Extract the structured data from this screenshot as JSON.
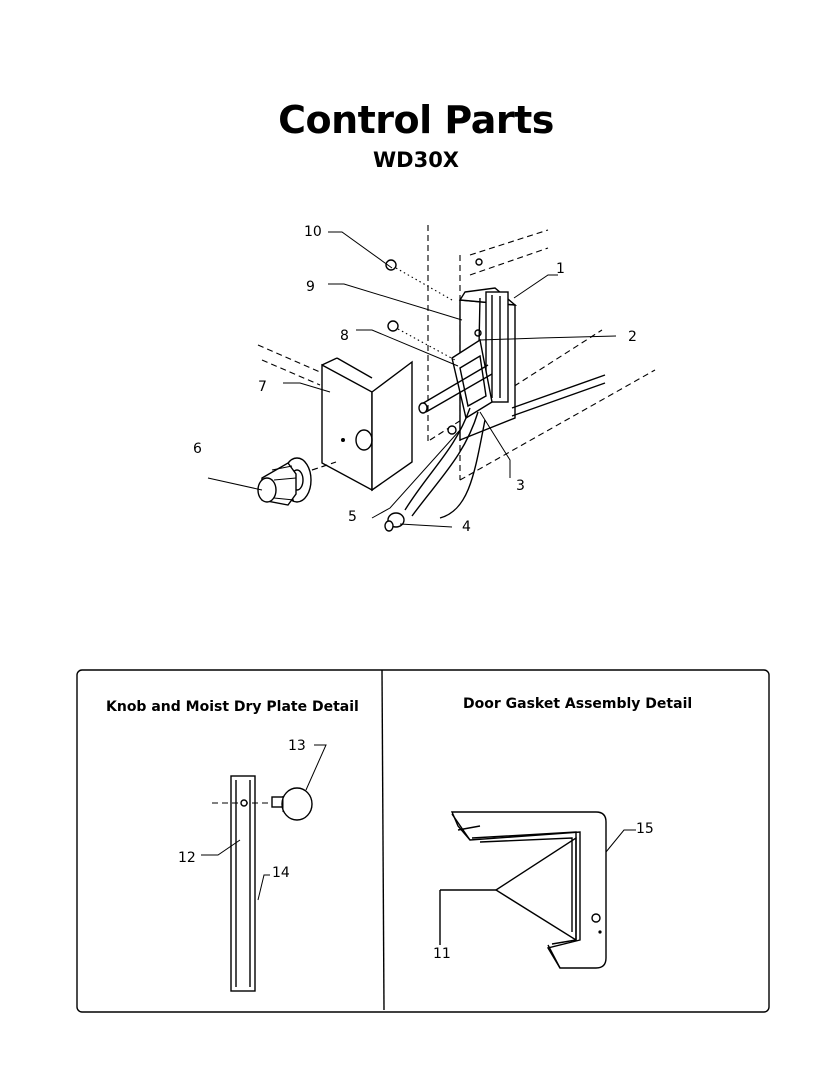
{
  "title": "Control Parts",
  "model": "WD30X",
  "callouts": [
    "1",
    "2",
    "3",
    "4",
    "5",
    "6",
    "7",
    "8",
    "9",
    "10"
  ],
  "detail_left": {
    "title": "Knob and Moist Dry Plate Detail",
    "callouts": [
      "12",
      "13",
      "14"
    ]
  },
  "detail_right": {
    "title": "Door Gasket Assembly Detail",
    "callouts": [
      "11",
      "15"
    ]
  }
}
